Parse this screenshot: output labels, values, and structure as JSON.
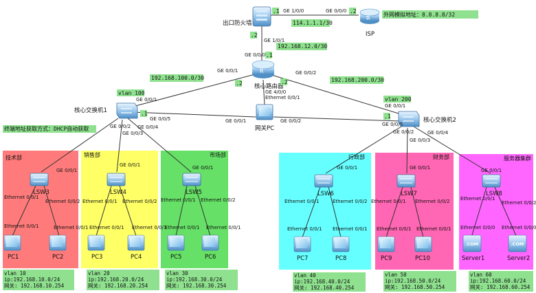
{
  "colors": {
    "tech": "#ff7b7b",
    "sales": "#ffff66",
    "market": "#66e066",
    "admin": "#66ffff",
    "finance": "#ff66b3",
    "server": "#ff66ff",
    "label_bg": "#8fe18f",
    "link": "#333333"
  },
  "devices": {
    "firewall": "出口防火墙",
    "isp": "ISP",
    "router": "核心路由器",
    "gateway_pc": "网关PC",
    "core_sw1": "核心交换机1",
    "core_sw2": "核心交换机2",
    "lsw3": "LSW3",
    "lsw4": "LSW4",
    "lsw5": "LSW5",
    "lsw6": "LSW6",
    "lsw7": "LSW7",
    "lsw8": "LSW8",
    "pc1": "PC1",
    "pc2": "PC2",
    "pc3": "PC3",
    "pc4": "PC4",
    "pc5": "PC5",
    "pc6": "PC6",
    "pc7": "PC7",
    "pc8": "PC8",
    "pc9": "PC9",
    "pc10": "PC10",
    "server1": "Server1",
    "server2": "Server2",
    "com": ".COM"
  },
  "zones": {
    "tech": "技术部",
    "sales": "销售部",
    "market": "市场部",
    "admin": "行政部",
    "finance": "财务部",
    "server": "服务器集群"
  },
  "notes": {
    "ext_addr": "外网模拟地址：8.8.8.8/32",
    "fw_isp_net": "114.1.1.1/30",
    "fw_router_net": "192.168.12.0/30",
    "sw1_net": "192.168.100.0/30",
    "sw2_net": "192.168.200.0/30",
    "vlan100": "vlan 100",
    "vlan200": "vlan 200",
    "dhcp": "终端地址获取方式：DHCP自动获取"
  },
  "dots": {
    "d1": ".1",
    "d2": ".2",
    "d3": ".2",
    "d4": ".1",
    "d5": ".2",
    "d6": ".2",
    "d7": ".1",
    "d8": ".1"
  },
  "ports": {
    "fw_ge100": "GE 1/0/0",
    "isp_ge000": "GE 0/0/0",
    "fw_ge101": "GE 1/0/1",
    "r_ge000": "GE 0/0/0",
    "r_ge001": "GE 0/0/1",
    "r_ge002": "GE 0/0/2",
    "r_ge400": "GE 4/0/0",
    "r_eth001": "Ethernet 0/0/1",
    "sw1_ge001": "GE 0/0/1",
    "sw1_ge005": "GE 0/0/5",
    "sw1_ge002": "GE 0/0/2",
    "sw1_ge003": "GE 0/0/3",
    "sw1_ge004": "GE 0/0/4",
    "gpc_l": "GE 0/0/1",
    "gpc_r": "GE 0/0/2",
    "sw2_ge001": "GE 0/0/1",
    "sw2_ge005": "GE 0/0/5",
    "sw2_ge002": "GE 0/0/2",
    "sw2_ge003": "GE 0/0/3",
    "sw2_ge004": "GE 0/0/4",
    "acc_ge": "GE 0/0/1",
    "acc_e1": "Ethernet 0/0/1",
    "acc_e2": "Ethernet 0/0/2",
    "pc_e1": "Ethernet 0/0/1",
    "sv_e0": "Ethernet 0/0/0"
  },
  "vlans": {
    "v10": {
      "vlan": "vlan 10",
      "ip": "ip:192.168.10.0/24",
      "gw": "网关: 192.168.10.254"
    },
    "v20": {
      "vlan": "vlan 20",
      "ip": "ip:192.168.20.0/24",
      "gw": "网关: 192.168.20.254"
    },
    "v30": {
      "vlan": "vlan 30",
      "ip": "ip:192.168.30.0/24",
      "gw": "网关: 192.168.30.254"
    },
    "v40": {
      "vlan": "vlan 40",
      "ip": "ip:192.168.40.0/24",
      "gw": "网关: 192.168.40.254"
    },
    "v50": {
      "vlan": "vlan 50",
      "ip": "ip:192.168.50.0/24",
      "gw": "网关: 192.168.50.254"
    },
    "v60": {
      "vlan": "vlan 60",
      "ip": "ip:192.168.60.0/24",
      "gw": "网关: 192.168.60.254"
    }
  }
}
